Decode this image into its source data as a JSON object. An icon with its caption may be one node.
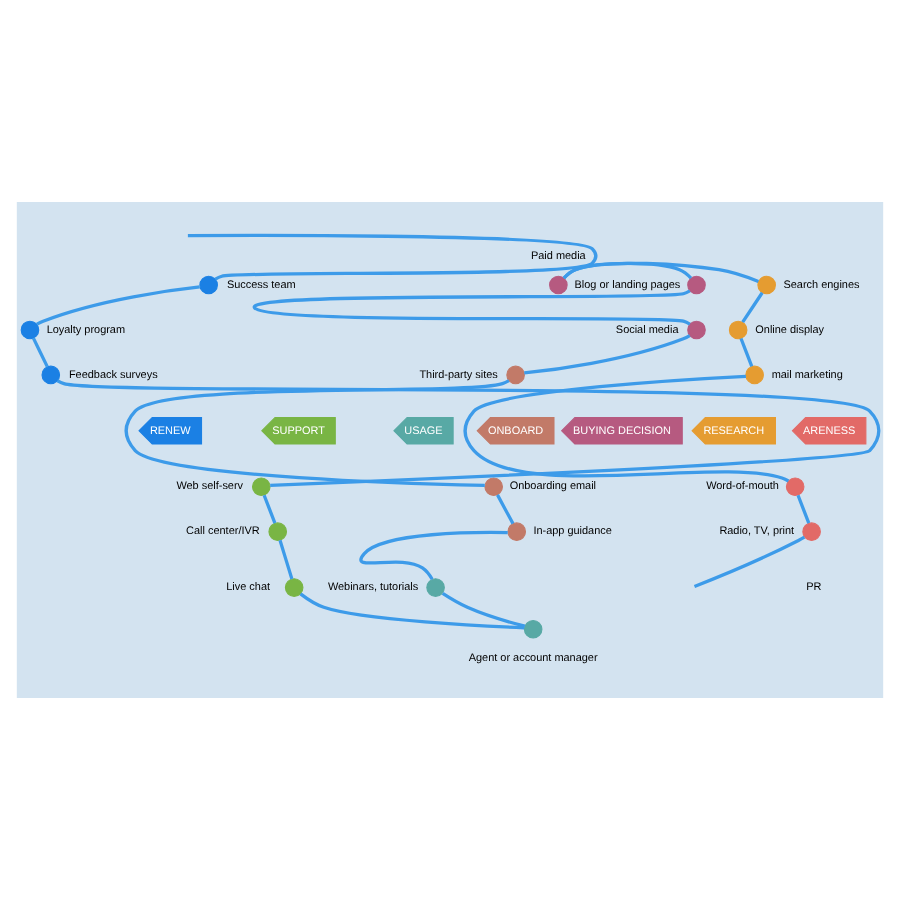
{
  "diagram": {
    "nodes": [
      {
        "text": [
          "RENEW"
        ]
      },
      {
        "text": [
          "SUPPORT"
        ]
      },
      {
        "text": [
          "USAGE"
        ]
      },
      {
        "text": [
          "ONBOARD"
        ]
      },
      {
        "text": [
          "BUYING DECISION"
        ]
      },
      {
        "text": [
          "RESEARCH"
        ]
      },
      {
        "text": [
          "ARENESS"
        ]
      },
      {
        "text": [],
        "shape": "circle",
        "beside": [
          "Success team"
        ]
      },
      {
        "text": [],
        "shape": "circle",
        "beside": [
          "Loyalty program"
        ]
      },
      {
        "text": [],
        "shape": "circle",
        "beside": [
          "Feedback surveys"
        ]
      },
      {
        "text": [],
        "shape": "circle",
        "beside": [
          "Web self-serv"
        ]
      },
      {
        "text": [],
        "shape": "circle",
        "beside": [
          "Call center/IVR"
        ]
      },
      {
        "text": [],
        "shape": "circle",
        "beside": [
          "Live chat"
        ]
      },
      {
        "text": [],
        "shape": "circle",
        "beside": [
          "Agent or account manager"
        ]
      },
      {
        "text": [],
        "shape": "circle",
        "beside": [
          "Webinars, tutorials"
        ]
      },
      {
        "text": [],
        "shape": "circle",
        "beside": [
          "In-app guidance"
        ]
      },
      {
        "text": [],
        "shape": "circle",
        "beside": [
          "Onboarding email"
        ]
      },
      {
        "text": [],
        "shape": "circle",
        "beside": [
          "Third-party sites"
        ]
      },
      {
        "text": [],
        "shape": "circle",
        "beside": [
          "Social media"
        ]
      },
      {
        "text": [],
        "shape": "circle",
        "beside": [
          "Blog or landing pages"
        ]
      },
      {
        "text": [],
        "shape": "circle",
        "beside": [
          "Paid media"
        ]
      },
      {
        "text": [],
        "shape": "circle",
        "beside": [
          "Search engines"
        ]
      },
      {
        "text": [],
        "shape": "circle",
        "beside": [
          "Online display"
        ]
      },
      {
        "text": [],
        "shape": "circle",
        "beside": [
          "mail marketing"
        ]
      },
      {
        "text": [],
        "shape": "circle",
        "beside": [
          "Word-of-mouth"
        ]
      },
      {
        "text": [],
        "shape": "circle",
        "beside": [
          "Radio, TV, print"
        ]
      }
    ],
    "edges": [
      {
        "from": null,
        "to": 7,
        "arrow": "none"
      },
      {
        "from": 7,
        "to": 8,
        "arrow": "none"
      },
      {
        "from": 8,
        "to": 9,
        "arrow": "none"
      },
      {
        "from": 9,
        "to": 10,
        "arrow": "none"
      },
      {
        "from": 10,
        "to": 11,
        "arrow": "none"
      },
      {
        "from": 11,
        "to": 12,
        "arrow": "none"
      },
      {
        "from": 12,
        "to": 13,
        "arrow": "none"
      },
      {
        "from": 13,
        "to": 14,
        "arrow": "none"
      },
      {
        "from": 14,
        "to": 15,
        "arrow": "none"
      },
      {
        "from": 15,
        "to": 16,
        "arrow": "none"
      },
      {
        "from": 16,
        "to": 17,
        "arrow": "none"
      },
      {
        "from": 17,
        "to": 18,
        "arrow": "none"
      },
      {
        "from": 18,
        "to": 19,
        "arrow": "none"
      },
      {
        "from": 19,
        "to": 20,
        "arrow": "none"
      },
      {
        "from": 20,
        "to": 21,
        "arrow": "none"
      },
      {
        "from": 21,
        "to": 22,
        "arrow": "none"
      },
      {
        "from": 22,
        "to": 23,
        "arrow": "none"
      },
      {
        "from": 23,
        "to": 24,
        "arrow": "none"
      },
      {
        "from": 24,
        "to": 25,
        "arrow": "none"
      },
      {
        "from": 25,
        "to": null,
        "arrow": "none"
      }
    ],
    "labels": [
      "PR"
    ]
  }
}
